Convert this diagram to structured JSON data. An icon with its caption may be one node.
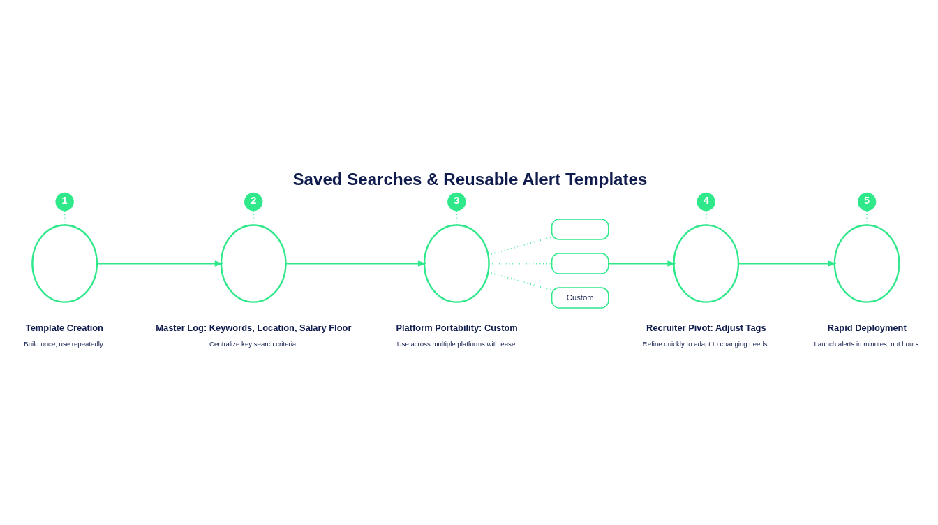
{
  "diagram": {
    "title": "Saved Searches & Reusable Alert Templates",
    "nodes": [
      {
        "text": [
          "1"
        ]
      },
      {
        "text": [
          "2"
        ]
      },
      {
        "text": [
          "3"
        ]
      },
      {
        "text": [
          "4"
        ]
      },
      {
        "text": [
          "5"
        ]
      },
      {
        "text": [],
        "shape": "circle",
        "beside": [
          "Template Creation",
          "Build once, use repeatedly."
        ]
      },
      {
        "text": [],
        "shape": "circle",
        "beside": [
          "Master Log: Keywords, Location, Salary Floor",
          "Centralize key search criteria."
        ]
      },
      {
        "text": [],
        "shape": "circle",
        "beside": [
          "Platform Portability: Custom",
          "Use across multiple platforms with ease."
        ]
      },
      {
        "text": [],
        "shape": "circle",
        "beside": [
          "Recruiter Pivot: Adjust Tags",
          "Refine quickly to adapt to changing needs."
        ]
      },
      {
        "text": [],
        "shape": "circle",
        "beside": [
          "Rapid Deployment",
          "Launch alerts in minutes, not hours."
        ]
      },
      {
        "text": [],
        "shape": "box"
      },
      {
        "text": [],
        "shape": "box"
      },
      {
        "text": [
          "Custom"
        ]
      }
    ],
    "edges": [
      {
        "from": 0,
        "to": 5,
        "arrow": "none",
        "style": "dashed"
      },
      {
        "from": 1,
        "to": 6,
        "arrow": "none",
        "style": "dashed"
      },
      {
        "from": 2,
        "to": 7,
        "arrow": "none",
        "style": "dashed"
      },
      {
        "from": 3,
        "to": 8,
        "arrow": "none",
        "style": "dashed"
      },
      {
        "from": 4,
        "to": 9,
        "arrow": "none",
        "style": "dashed"
      },
      {
        "from": 5,
        "to": 6,
        "arrow": "to"
      },
      {
        "from": 6,
        "to": 7,
        "arrow": "to"
      },
      {
        "from": 7,
        "to": 10,
        "arrow": "none",
        "style": "dashed"
      },
      {
        "from": 7,
        "to": 11,
        "arrow": "none",
        "style": "dashed"
      },
      {
        "from": 7,
        "to": 12,
        "arrow": "none",
        "style": "dashed"
      },
      {
        "from": 11,
        "to": 8,
        "arrow": "to"
      },
      {
        "from": 8,
        "to": 9,
        "arrow": "to"
      }
    ]
  }
}
